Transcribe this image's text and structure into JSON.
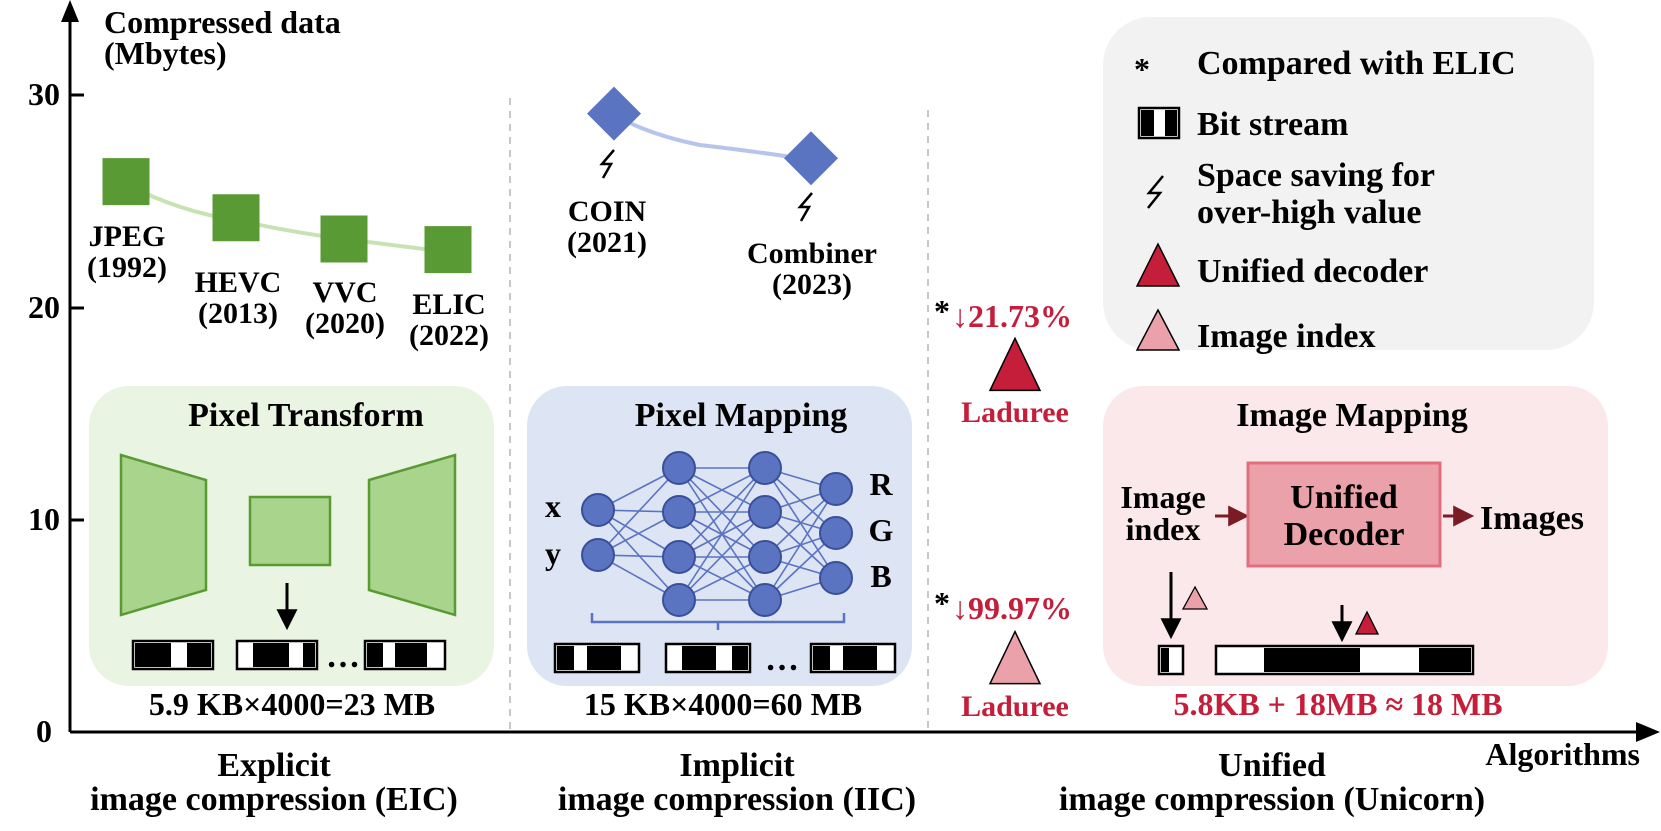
{
  "axis": {
    "y_title_line1": "Compressed data",
    "y_title_line2": "(Mbytes)",
    "x_title": "Algorithms",
    "y_ticks": [
      "0",
      "10",
      "20",
      "30"
    ]
  },
  "categories": {
    "eic_line1": "Explicit",
    "eic_line2": "image compression (EIC)",
    "iic_line1": "Implicit",
    "iic_line2": "image compression (IIC)",
    "uni_line1": "Unified",
    "uni_line2": "image compression (Unicorn)"
  },
  "chart_data": {
    "type": "scatter",
    "ylim": [
      0,
      33
    ],
    "series": [
      {
        "group": "EIC",
        "points": [
          {
            "name": "JPEG",
            "year": "(1992)",
            "value": 25.9
          },
          {
            "name": "HEVC",
            "year": "(2013)",
            "value": 24.2
          },
          {
            "name": "VVC",
            "year": "(2020)",
            "value": 23.2
          },
          {
            "name": "ELIC",
            "year": "(2022)",
            "value": 22.7
          }
        ]
      },
      {
        "group": "IIC",
        "points": [
          {
            "name": "COIN",
            "year": "(2021)",
            "value": 29.1
          },
          {
            "name": "Combiner",
            "year": "(2023)",
            "value": 27.0
          }
        ]
      },
      {
        "group": "Unicorn",
        "points": [
          {
            "name": "Laduree",
            "label": "Unified decoder",
            "value": 17.3,
            "change": "↓21.73%"
          },
          {
            "name": "Laduree",
            "label": "Image index",
            "value": 3.5,
            "change": "↓99.97%"
          }
        ]
      }
    ]
  },
  "annotations": {
    "star": "*",
    "drop1": "↓21.73%",
    "drop2": "↓99.97%",
    "laduree1": "Laduree",
    "laduree2": "Laduree"
  },
  "legend": {
    "compared": "Compared with ELIC",
    "bitstream": "Bit stream",
    "space_line1": "Space saving for",
    "space_line2": "over-high value",
    "unified_decoder": "Unified decoder",
    "image_index": "Image index"
  },
  "panels": {
    "pixel_transform": {
      "title": "Pixel Transform",
      "formula": "5.9 KB×4000=23 MB"
    },
    "pixel_mapping": {
      "title": "Pixel Mapping",
      "formula": "15 KB×4000=60 MB",
      "in_x": "x",
      "in_y": "y",
      "out_r": "R",
      "out_g": "G",
      "out_b": "B"
    },
    "image_mapping": {
      "title": "Image Mapping",
      "formula": "5.8KB + 18MB ≈ 18 MB",
      "in_line1": "Image",
      "in_line2": "index",
      "box_line1": "Unified",
      "box_line2": "Decoder",
      "out": "Images"
    }
  },
  "ellipsis": "…",
  "colors": {
    "eic_green": "#5a9a35",
    "eic_line": "#c7e2b3",
    "iic_blue": "#5b74c2",
    "iic_line": "#b5c5ec",
    "red": "#c41e3a",
    "pink": "#eba1a9",
    "panel_green": "#eaf4e2",
    "panel_blue": "#dde4f3",
    "panel_pink": "#fbe8ea",
    "legend_grey": "#f2f2f2"
  }
}
